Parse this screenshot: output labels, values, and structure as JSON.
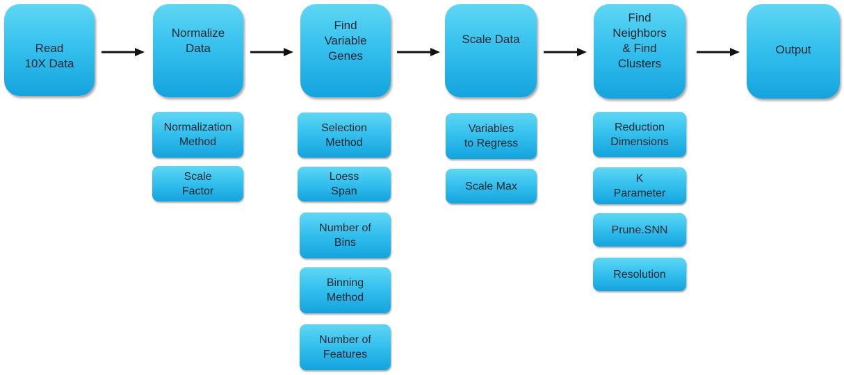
{
  "steps": [
    {
      "label": "Read\n10X Data"
    },
    {
      "label": "Normalize\nData"
    },
    {
      "label": "Find\nVariable\nGenes"
    },
    {
      "label": "Scale Data"
    },
    {
      "label": "Find\nNeighbors\n& Find\nClusters"
    },
    {
      "label": "Output"
    }
  ],
  "params": {
    "normalize": [
      "Normalization\nMethod",
      "Scale\nFactor"
    ],
    "variable_genes": [
      "Selection\nMethod",
      "Loess\nSpan",
      "Number of\nBins",
      "Binning\nMethod",
      "Number of\nFeatures"
    ],
    "scale": [
      "Variables\nto Regress",
      "Scale Max"
    ],
    "clusters": [
      "Reduction\nDimensions",
      "K\nParameter",
      "Prune.SNN",
      "Resolution"
    ]
  }
}
